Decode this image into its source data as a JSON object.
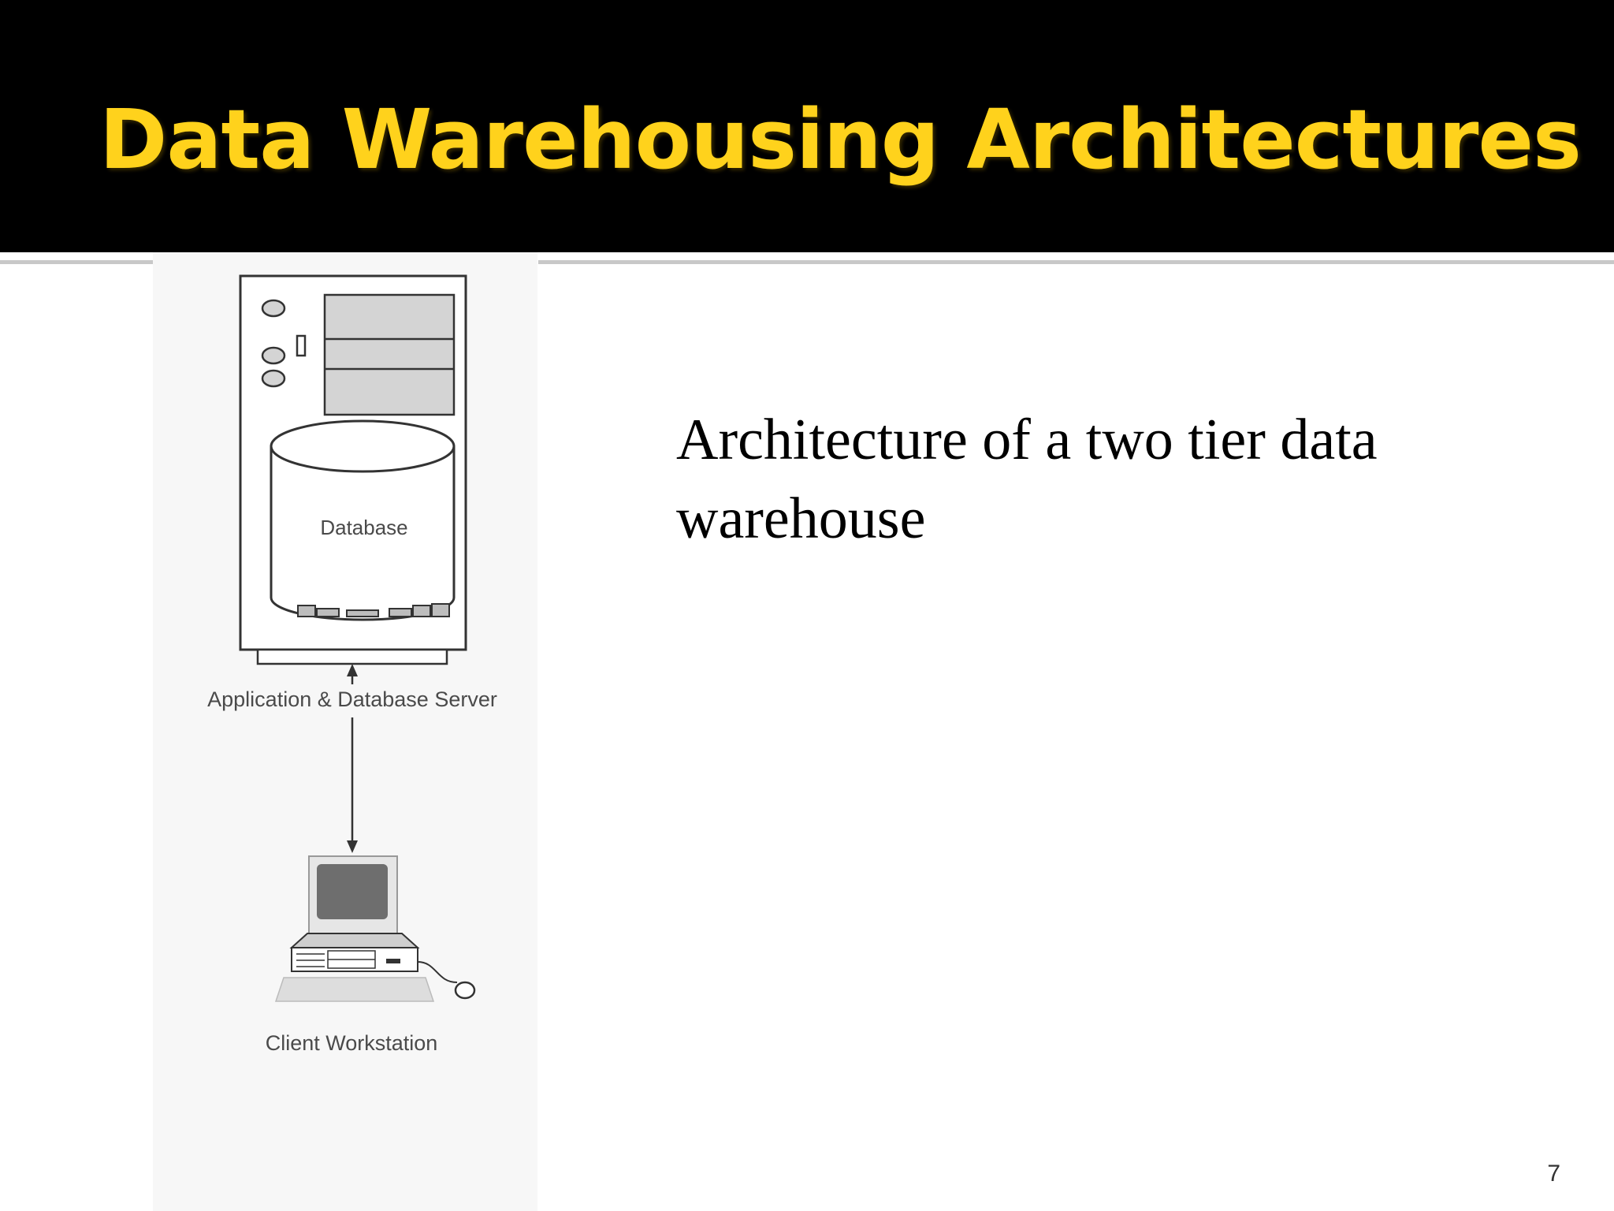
{
  "slide": {
    "title": "Data Warehousing Architectures",
    "caption": "Architecture of a two tier data warehouse",
    "page_number": "7"
  },
  "diagram": {
    "database_label": "Database",
    "server_label": "Application & Database Server",
    "client_label": "Client Workstation"
  },
  "colors": {
    "title_bar": "#000000",
    "title_text": "#ffd21c",
    "body_text": "#000000"
  }
}
